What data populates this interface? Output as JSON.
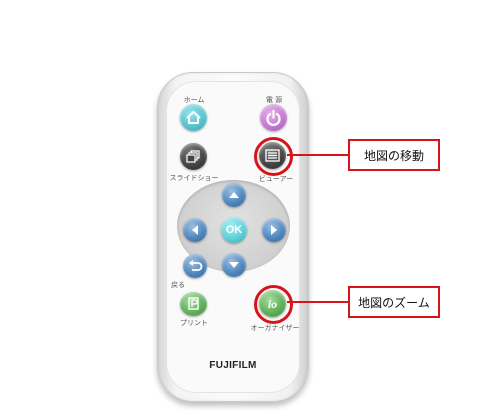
{
  "remote": {
    "labels": {
      "home": "ホーム",
      "power": "電 源",
      "slideshow": "スライドショー",
      "viewer": "ビューアー",
      "back": "戻る",
      "print": "プリント",
      "organizer": "オーガナイザー"
    },
    "ok_label": "OK",
    "brand": "FUJIFILM"
  },
  "callouts": {
    "move": "地図の移動",
    "zoom": "地図のズーム"
  },
  "colors": {
    "highlight": "#d8141b",
    "home_button": "#57c3d0",
    "power_button": "#c77ad3",
    "dpad_button": "#4f86bd",
    "ok_button": "#5cd0db",
    "green_button": "#5fb05a"
  },
  "icons": {
    "home": "home-icon",
    "power": "power-icon",
    "slideshow": "slideshow-icon",
    "viewer": "list-icon",
    "up": "arrow-up-icon",
    "down": "arrow-down-icon",
    "left": "arrow-left-icon",
    "right": "arrow-right-icon",
    "back": "back-arrow-icon",
    "print": "print-icon",
    "organizer": "io-icon"
  }
}
